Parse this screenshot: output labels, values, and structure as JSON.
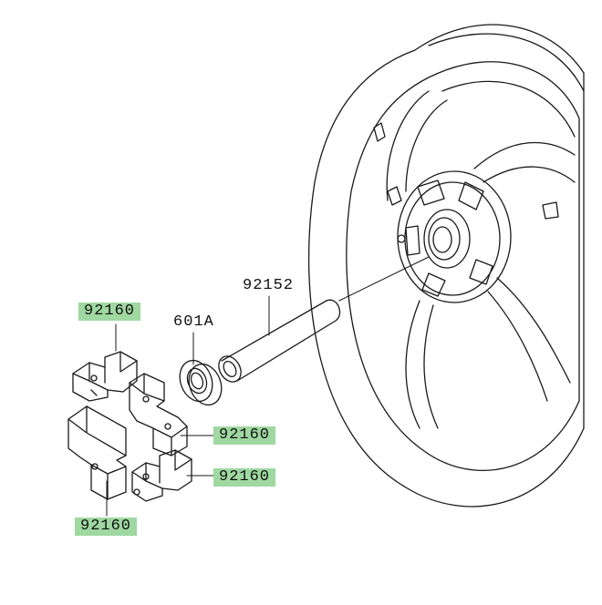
{
  "labels": {
    "rubber_top": "92160",
    "bearing": "601A",
    "sleeve": "92152",
    "rubber_mid": "92160",
    "rubber_lower": "92160",
    "rubber_bottom": "92160"
  },
  "highlight_color": "#9fd8a0"
}
